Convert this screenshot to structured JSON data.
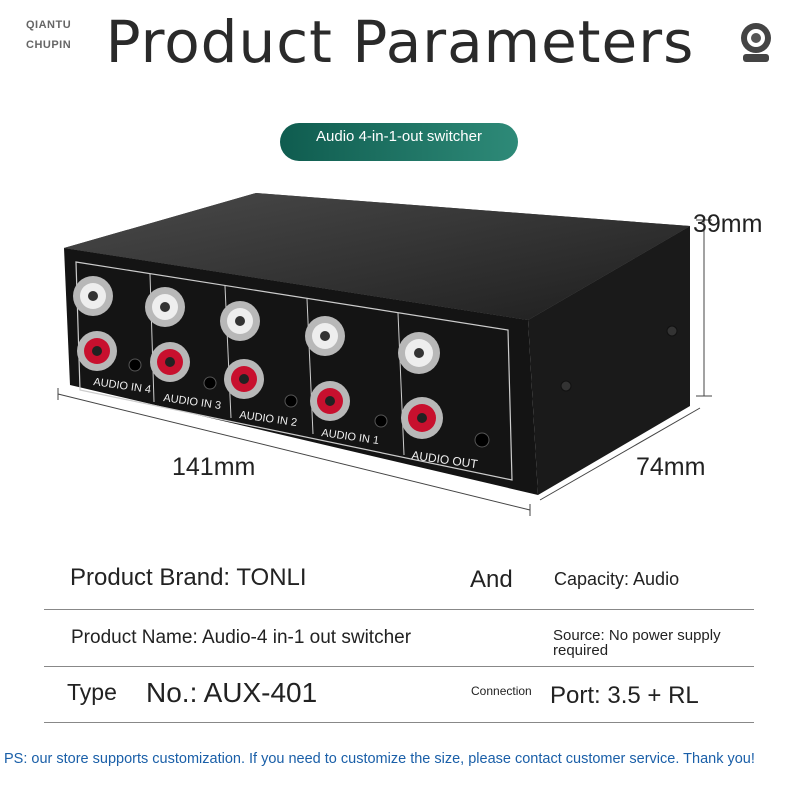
{
  "watermark": {
    "line1": "QIANTU",
    "line2": "CHUPIN"
  },
  "header": {
    "title": "Product Parameters",
    "camera_icon": "camera-icon"
  },
  "badge": {
    "label": "Audio 4-in-1-out switcher"
  },
  "product_image": {
    "height_label": "39mm",
    "width_label": "141mm",
    "depth_label": "74mm",
    "port_labels": [
      "AUDIO  IN 4",
      "AUDIO  IN 3",
      "AUDIO  IN 2",
      "AUDIO  IN 1",
      "AUDIO  OUT"
    ]
  },
  "specs": {
    "brand": "Product Brand: TONLI",
    "and": "And",
    "capacity": "Capacity: Audio",
    "name": "Product Name: Audio-4 in-1 out switcher",
    "source_line1": "Source: No power supply",
    "source_line2": "required",
    "type_label": "Type",
    "model": "No.: AUX-401",
    "connection": "Connection",
    "port": "Port: 3.5 + RL"
  },
  "footer": {
    "note": "PS: our store supports customization. If you need to customize the size, please contact customer service. Thank you!"
  },
  "colors": {
    "badge": "#1f7566",
    "footer_text": "#1a5fa8",
    "rca_red": "#c8102e"
  }
}
